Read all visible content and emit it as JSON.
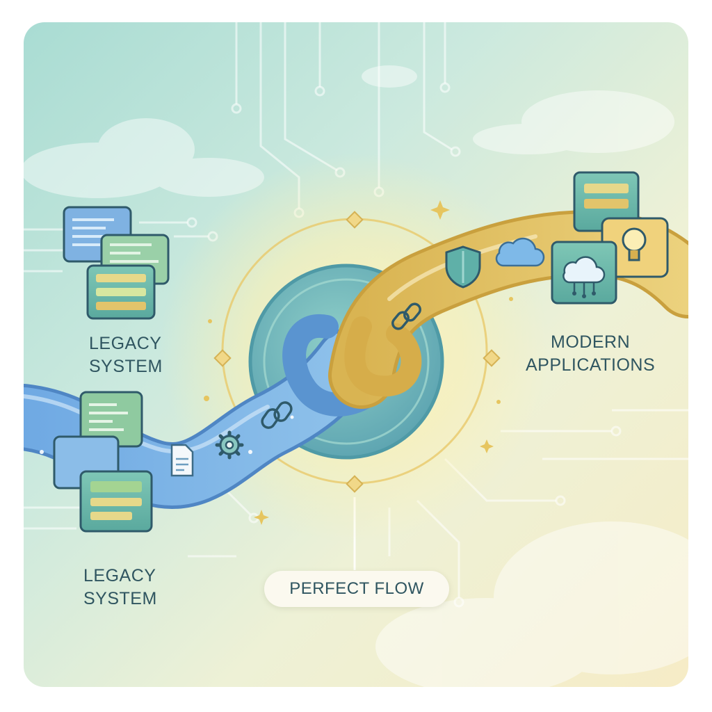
{
  "labels": {
    "legacy_top": {
      "line1": "LEGACY",
      "line2": "SYSTEM"
    },
    "legacy_bottom": {
      "line1": "LEGACY",
      "line2": "SYSTEM"
    },
    "modern": {
      "line1": "MODERN",
      "line2": "APPLICATIONS"
    },
    "center_pill": "PERFECT FLOW"
  },
  "icons": [
    "legacy-document-icon",
    "legacy-code-window-icon",
    "file-icon",
    "gear-icon",
    "chain-link-icon",
    "shield-icon",
    "cloud-icon",
    "cloud-network-icon",
    "lightbulb-icon",
    "modern-app-window-icon"
  ],
  "colors": {
    "legacy_stream": "#7fb3e6",
    "modern_stream": "#e2c46b",
    "center_ring": "#7ebfc0",
    "glow": "#fff3b0",
    "text": "#2f5560"
  }
}
